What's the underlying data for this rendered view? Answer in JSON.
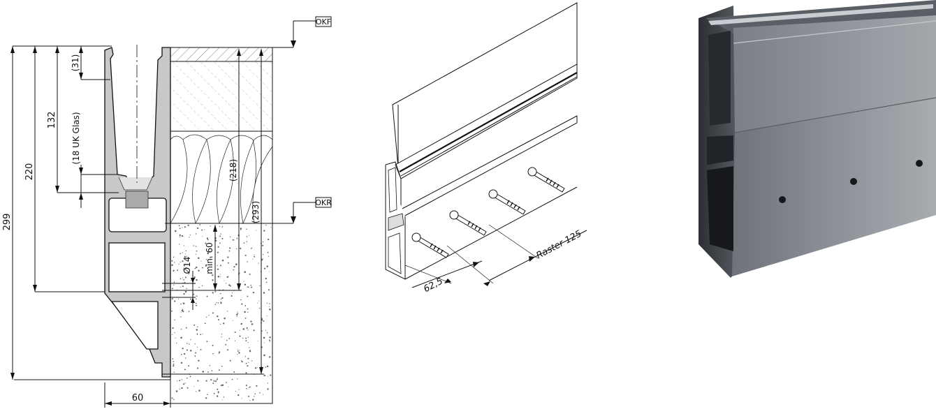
{
  "cross_section": {
    "dimensions": {
      "total_height": "299",
      "height_220": "220",
      "height_132": "132",
      "height_31": "(31)",
      "glass_bottom": "(18 UK Glas)",
      "height_218": "(218)",
      "height_293": "(293)",
      "min_embed": "min. 60",
      "hole_diameter": "Ø14",
      "width": "60"
    },
    "levels": {
      "finished_floor": "OKF",
      "structural_floor": "OKR"
    }
  },
  "isometric": {
    "dimensions": {
      "spacing": "Raster 125",
      "edge_distance": "62,5"
    }
  },
  "colors": {
    "profile_fill": "#c8c8c8",
    "line": "#111111",
    "concrete_dot": "#666666",
    "render_light": "#9aa0a6",
    "render_dark": "#3d4146"
  }
}
